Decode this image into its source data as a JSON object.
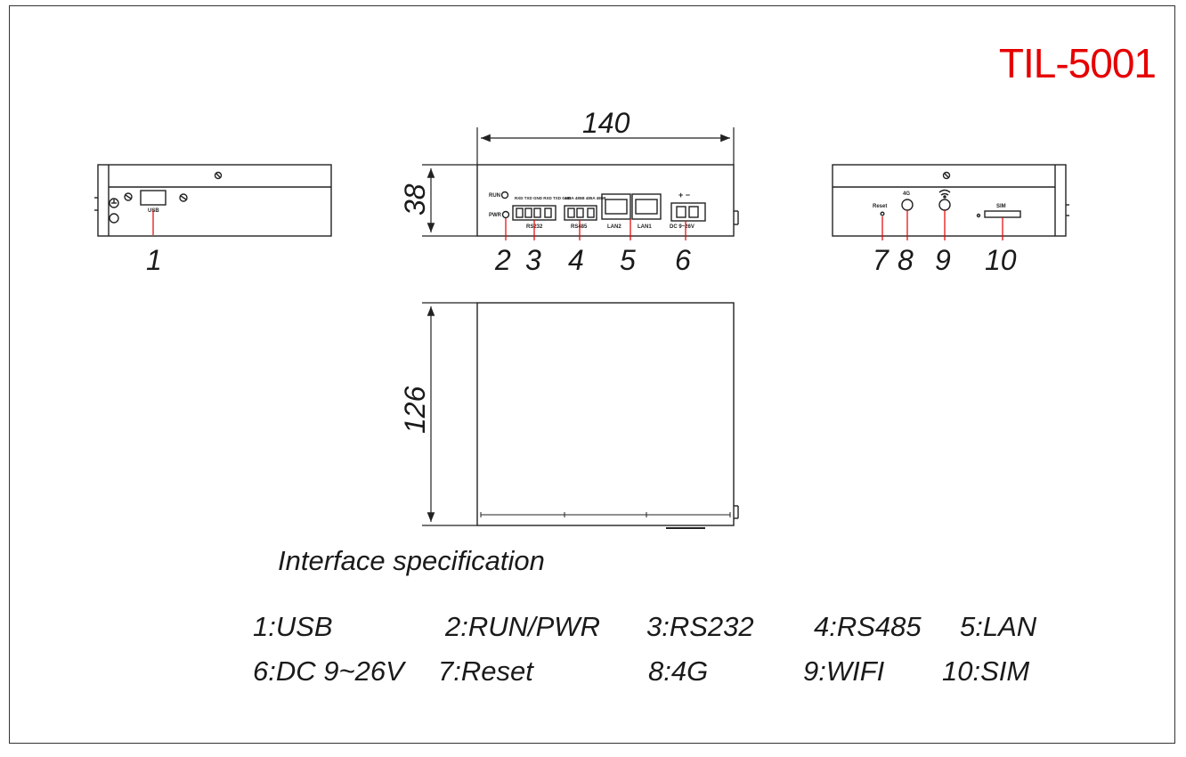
{
  "model": {
    "name": "TIL-5001",
    "color": "#e60000"
  },
  "dimensions": {
    "width": "140",
    "height": "38",
    "depth": "126"
  },
  "panel_labels": {
    "usb": "USB",
    "run": "RUN",
    "pwr": "PWR",
    "rs232": "RS232",
    "rs485": "RS485",
    "lan2": "LAN2",
    "lan1": "LAN1",
    "dc": "DC 9~26V",
    "plus_minus": "+ −",
    "reset": "Reset",
    "fourg": "4G",
    "sim": "SIM",
    "rs232_pins": "RXD TXD GND RXD TXD GND",
    "rs485_pins": "485A 485B 485A 485B"
  },
  "callouts": [
    "1",
    "2",
    "3",
    "4",
    "5",
    "6",
    "7",
    "8",
    "9",
    "10"
  ],
  "spec": {
    "title": "Interface specification",
    "items": [
      "1:USB",
      "2:RUN/PWR",
      "3:RS232",
      "4:RS485",
      "5:LAN",
      "6:DC 9~26V",
      "7:Reset",
      "8:4G",
      "9:WIFI",
      "10:SIM"
    ]
  },
  "icons": {
    "wifi": "wifi-icon",
    "ground": "ground-icon",
    "screw": "screw-icon"
  },
  "colors": {
    "line": "#222222",
    "callout_line": "#e60000",
    "accent": "#e60000"
  }
}
